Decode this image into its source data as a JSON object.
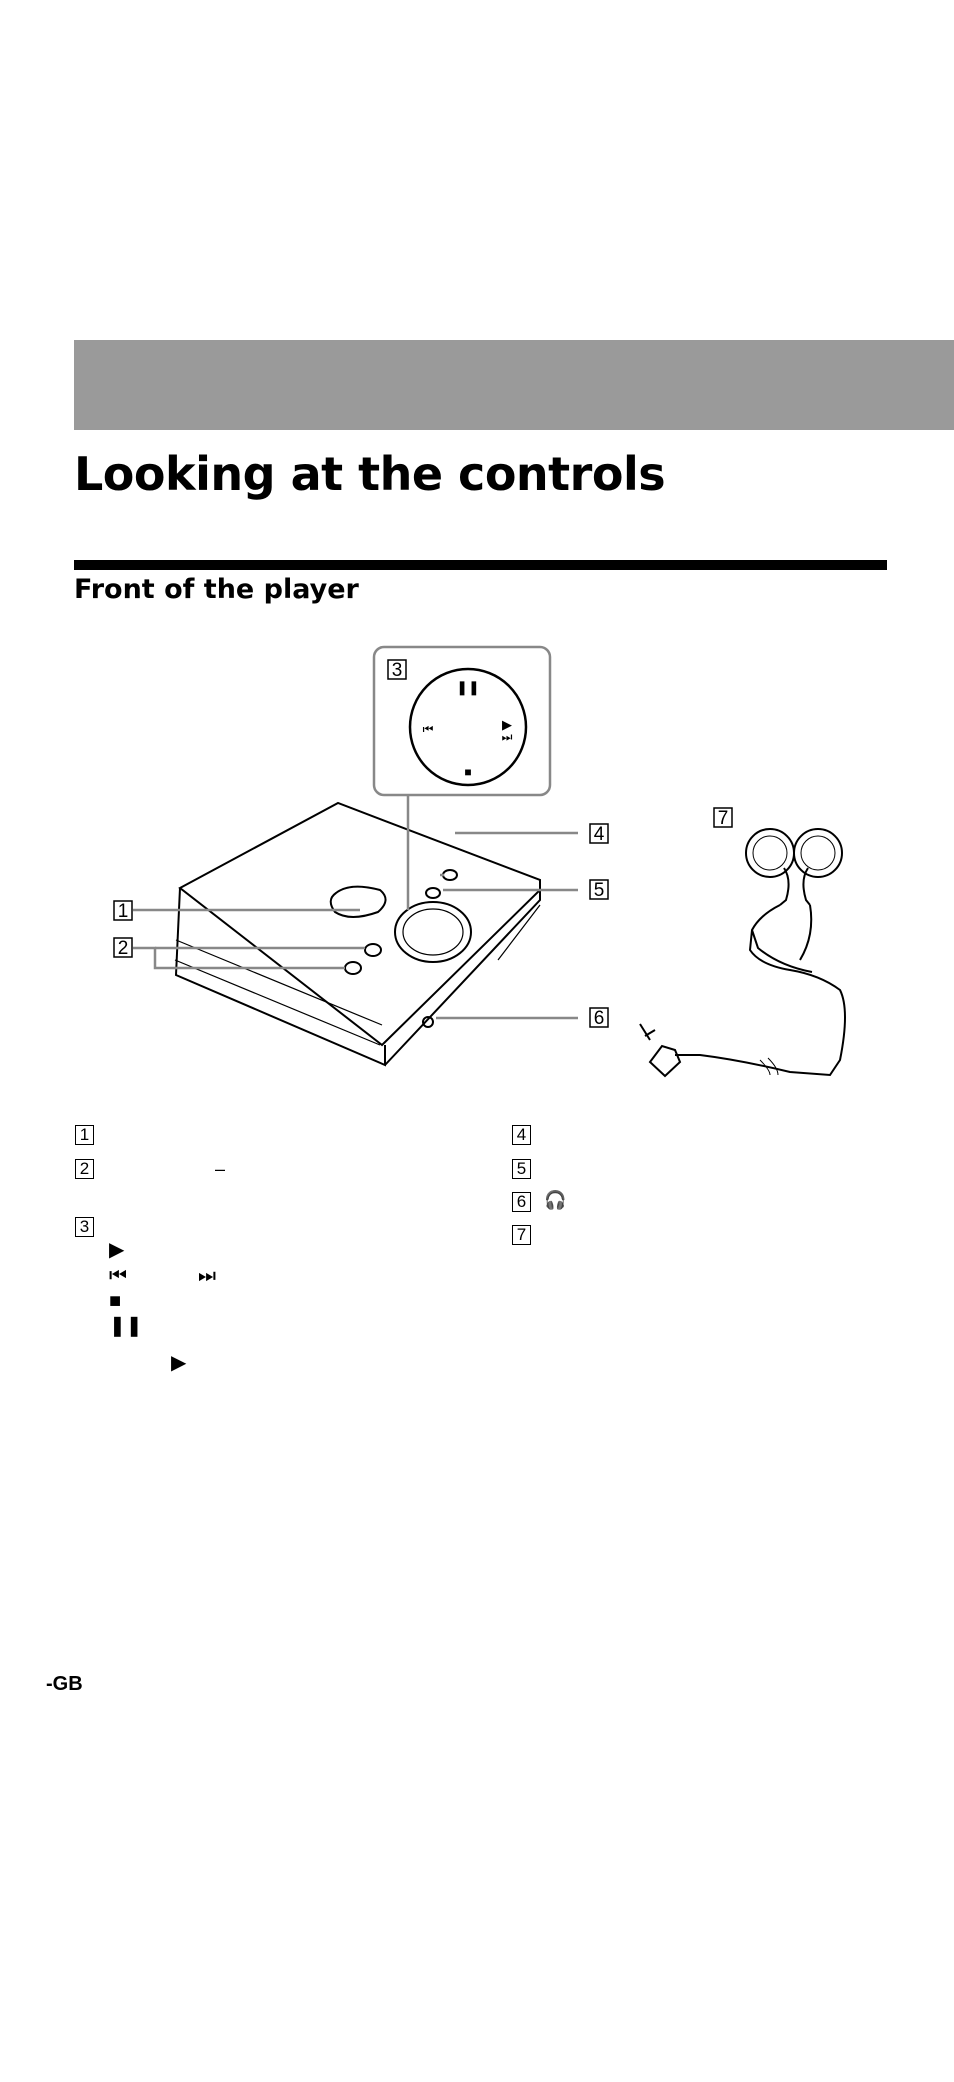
{
  "header": {
    "page_title": "Looking at the controls",
    "section_title": "Front of the player"
  },
  "figure": {
    "callouts": [
      "1",
      "2",
      "3",
      "4",
      "5",
      "6",
      "7"
    ],
    "jog_symbols": {
      "pause": "❚❚",
      "prev": "⏮",
      "play": "▶",
      "next": "⏭",
      "stop": "■"
    }
  },
  "legend": {
    "left_items": [
      {
        "num": "1",
        "text": ""
      },
      {
        "num": "2",
        "text": "–"
      },
      {
        "num": "3",
        "text": ""
      }
    ],
    "sub_items": [
      "▶",
      "⏮",
      "⏭",
      "■",
      "❚❚"
    ],
    "trailing_symbol": "▶",
    "right_items": [
      {
        "num": "4",
        "text": ""
      },
      {
        "num": "5",
        "text": ""
      },
      {
        "num": "6",
        "text": "🎧"
      },
      {
        "num": "7",
        "text": ""
      }
    ]
  },
  "footer": {
    "page_number": "-GB"
  }
}
